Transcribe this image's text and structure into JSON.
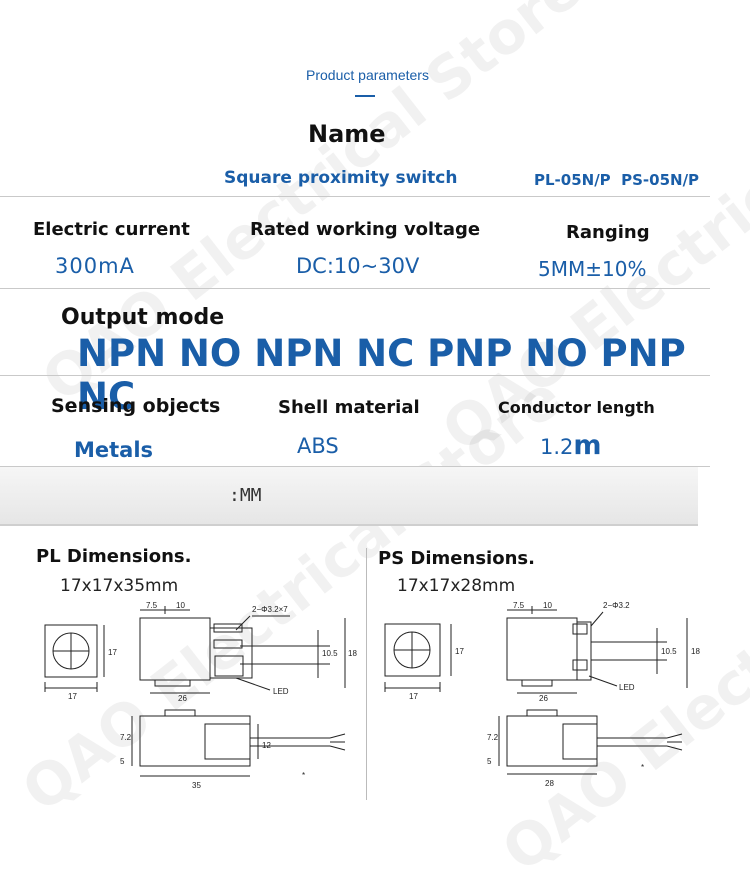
{
  "header": {
    "title": "Product parameters",
    "accent_color": "#1a5ea8"
  },
  "name_row": {
    "label": "Name",
    "value": "Square proximity switch",
    "models": "PL-05N/P  PS-05N/P"
  },
  "specs_row1": {
    "current_label": "Electric current",
    "current_value": "300mA",
    "voltage_label": "Rated working voltage",
    "voltage_value": "DC:10~30V",
    "range_label": "Ranging",
    "range_value": "5MM±10%"
  },
  "output": {
    "label": "Output mode",
    "value": "NPN NO NPN NC PNP NO PNP NC"
  },
  "specs_row2": {
    "objects_label": "Sensing objects",
    "objects_value": "Metals",
    "shell_label": "Shell material",
    "shell_value": "ABS",
    "conductor_label": "Conductor length",
    "conductor_number": "1.2",
    "conductor_unit": "m"
  },
  "unit_note": ":MM",
  "pl": {
    "title": "PL Dimensions.",
    "size": "17x17x35mm",
    "dims": {
      "d75": "7.5",
      "d10": "10",
      "hole": "2−Φ3.2×7",
      "d17w": "17",
      "d17h": "17",
      "d26": "26",
      "d105": "10.5",
      "d18": "18",
      "led": "LED",
      "d5": "5",
      "d72": "7.2",
      "d12": "12",
      "d35": "35",
      "star": "*"
    }
  },
  "ps": {
    "title": "PS Dimensions.",
    "size": "17x17x28mm",
    "dims": {
      "d75": "7.5",
      "d10": "10",
      "hole": "2−Φ3.2",
      "d17w": "17",
      "d17h": "17",
      "d26": "26",
      "d105": "10.5",
      "d18": "18",
      "led": "LED",
      "d5": "5",
      "d72": "7.2",
      "d28": "28",
      "star": "*"
    }
  },
  "watermark": {
    "text": "QAO Electrical Store"
  }
}
